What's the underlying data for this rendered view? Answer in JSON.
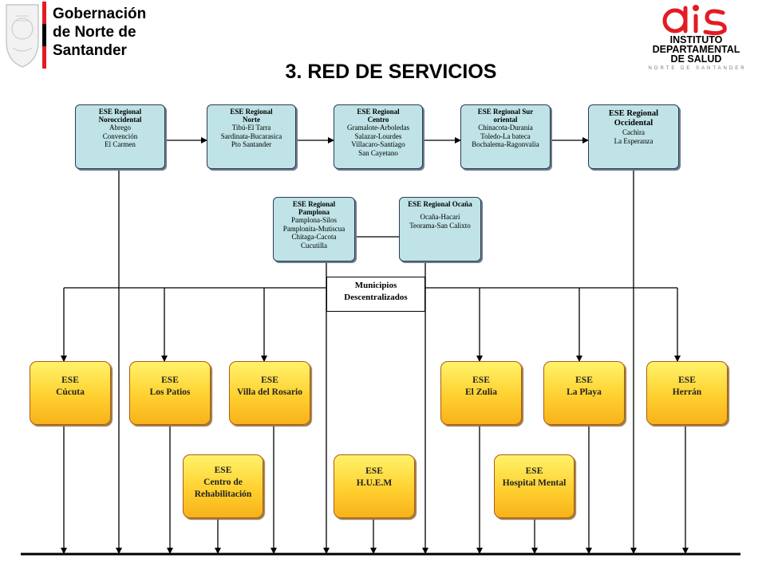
{
  "header": {
    "gobernacion_lines": [
      "Gobernación",
      "de Norte de",
      "Santander"
    ],
    "title": "3. RED DE SERVICIOS",
    "ids_lines": [
      "INSTITUTO",
      "DEPARTAMENTAL",
      "DE SALUD"
    ],
    "ids_subtitle": "NORTE DE SANTANDER",
    "colors": {
      "ids_red": "#e31b23",
      "teal_fill": "#bfe3e6",
      "yellow_fill": "#ffd030"
    }
  },
  "regionals": [
    {
      "title": [
        "ESE Regional",
        "Noroccidental"
      ],
      "lines": [
        "Abrego",
        "Convención",
        "El Carmen"
      ]
    },
    {
      "title": [
        "ESE Regional",
        "Norte"
      ],
      "lines": [
        "Tibú-El Tarra",
        "Sardinata-Bucarasica",
        "Pto Santander"
      ]
    },
    {
      "title": [
        "ESE Regional",
        "Centro"
      ],
      "lines": [
        "Gramalote-Arboledas",
        "Salazar-Lourdes",
        "Villacaro-Santiago",
        "San Cayetano"
      ]
    },
    {
      "title": [
        "ESE Regional Sur",
        "oriental"
      ],
      "lines": [
        "Chinacota-Durania",
        "Toledo-La bateca",
        "Bochalema-Ragonvalia"
      ]
    },
    {
      "title": [
        "ESE Regional",
        "Occidental"
      ],
      "lines": [
        "Cachira",
        "La Esperanza"
      ]
    },
    {
      "title": [
        "ESE Regional",
        "Pamplona"
      ],
      "lines": [
        "Pamplona-Silos",
        "Pamplonita-Mutiscua",
        "Chitaga-Cacota",
        "Cucutilla"
      ]
    },
    {
      "title": [
        "ESE Regional Ocaña"
      ],
      "lines": [
        "Ocaña-Hacarí",
        "Teorama-San Calixto"
      ]
    }
  ],
  "municipios": [
    "Municipios",
    "Descentralizados"
  ],
  "ese_row": [
    [
      "ESE",
      "Cúcuta"
    ],
    [
      "ESE",
      "Los Patios"
    ],
    [
      "ESE",
      "Villa del Rosario"
    ],
    [
      "ESE",
      "El Zulia"
    ],
    [
      "ESE",
      "La Playa"
    ],
    [
      "ESE",
      "Herrán"
    ]
  ],
  "ese_bottom": [
    [
      "ESE",
      "Centro de",
      "Rehabilitación"
    ],
    [
      "ESE",
      "H.U.E.M"
    ],
    [
      "ESE",
      "Hospital Mental"
    ]
  ]
}
